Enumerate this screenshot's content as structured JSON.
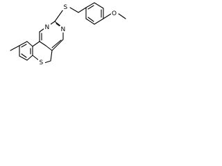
{
  "atom_labels": {
    "n_upper": "N",
    "n_lower": "N",
    "s_thioether": "S",
    "s_ring": "S",
    "o_methoxy": "O"
  },
  "colors": {
    "background": "#ffffff",
    "ink": "#000000"
  }
}
